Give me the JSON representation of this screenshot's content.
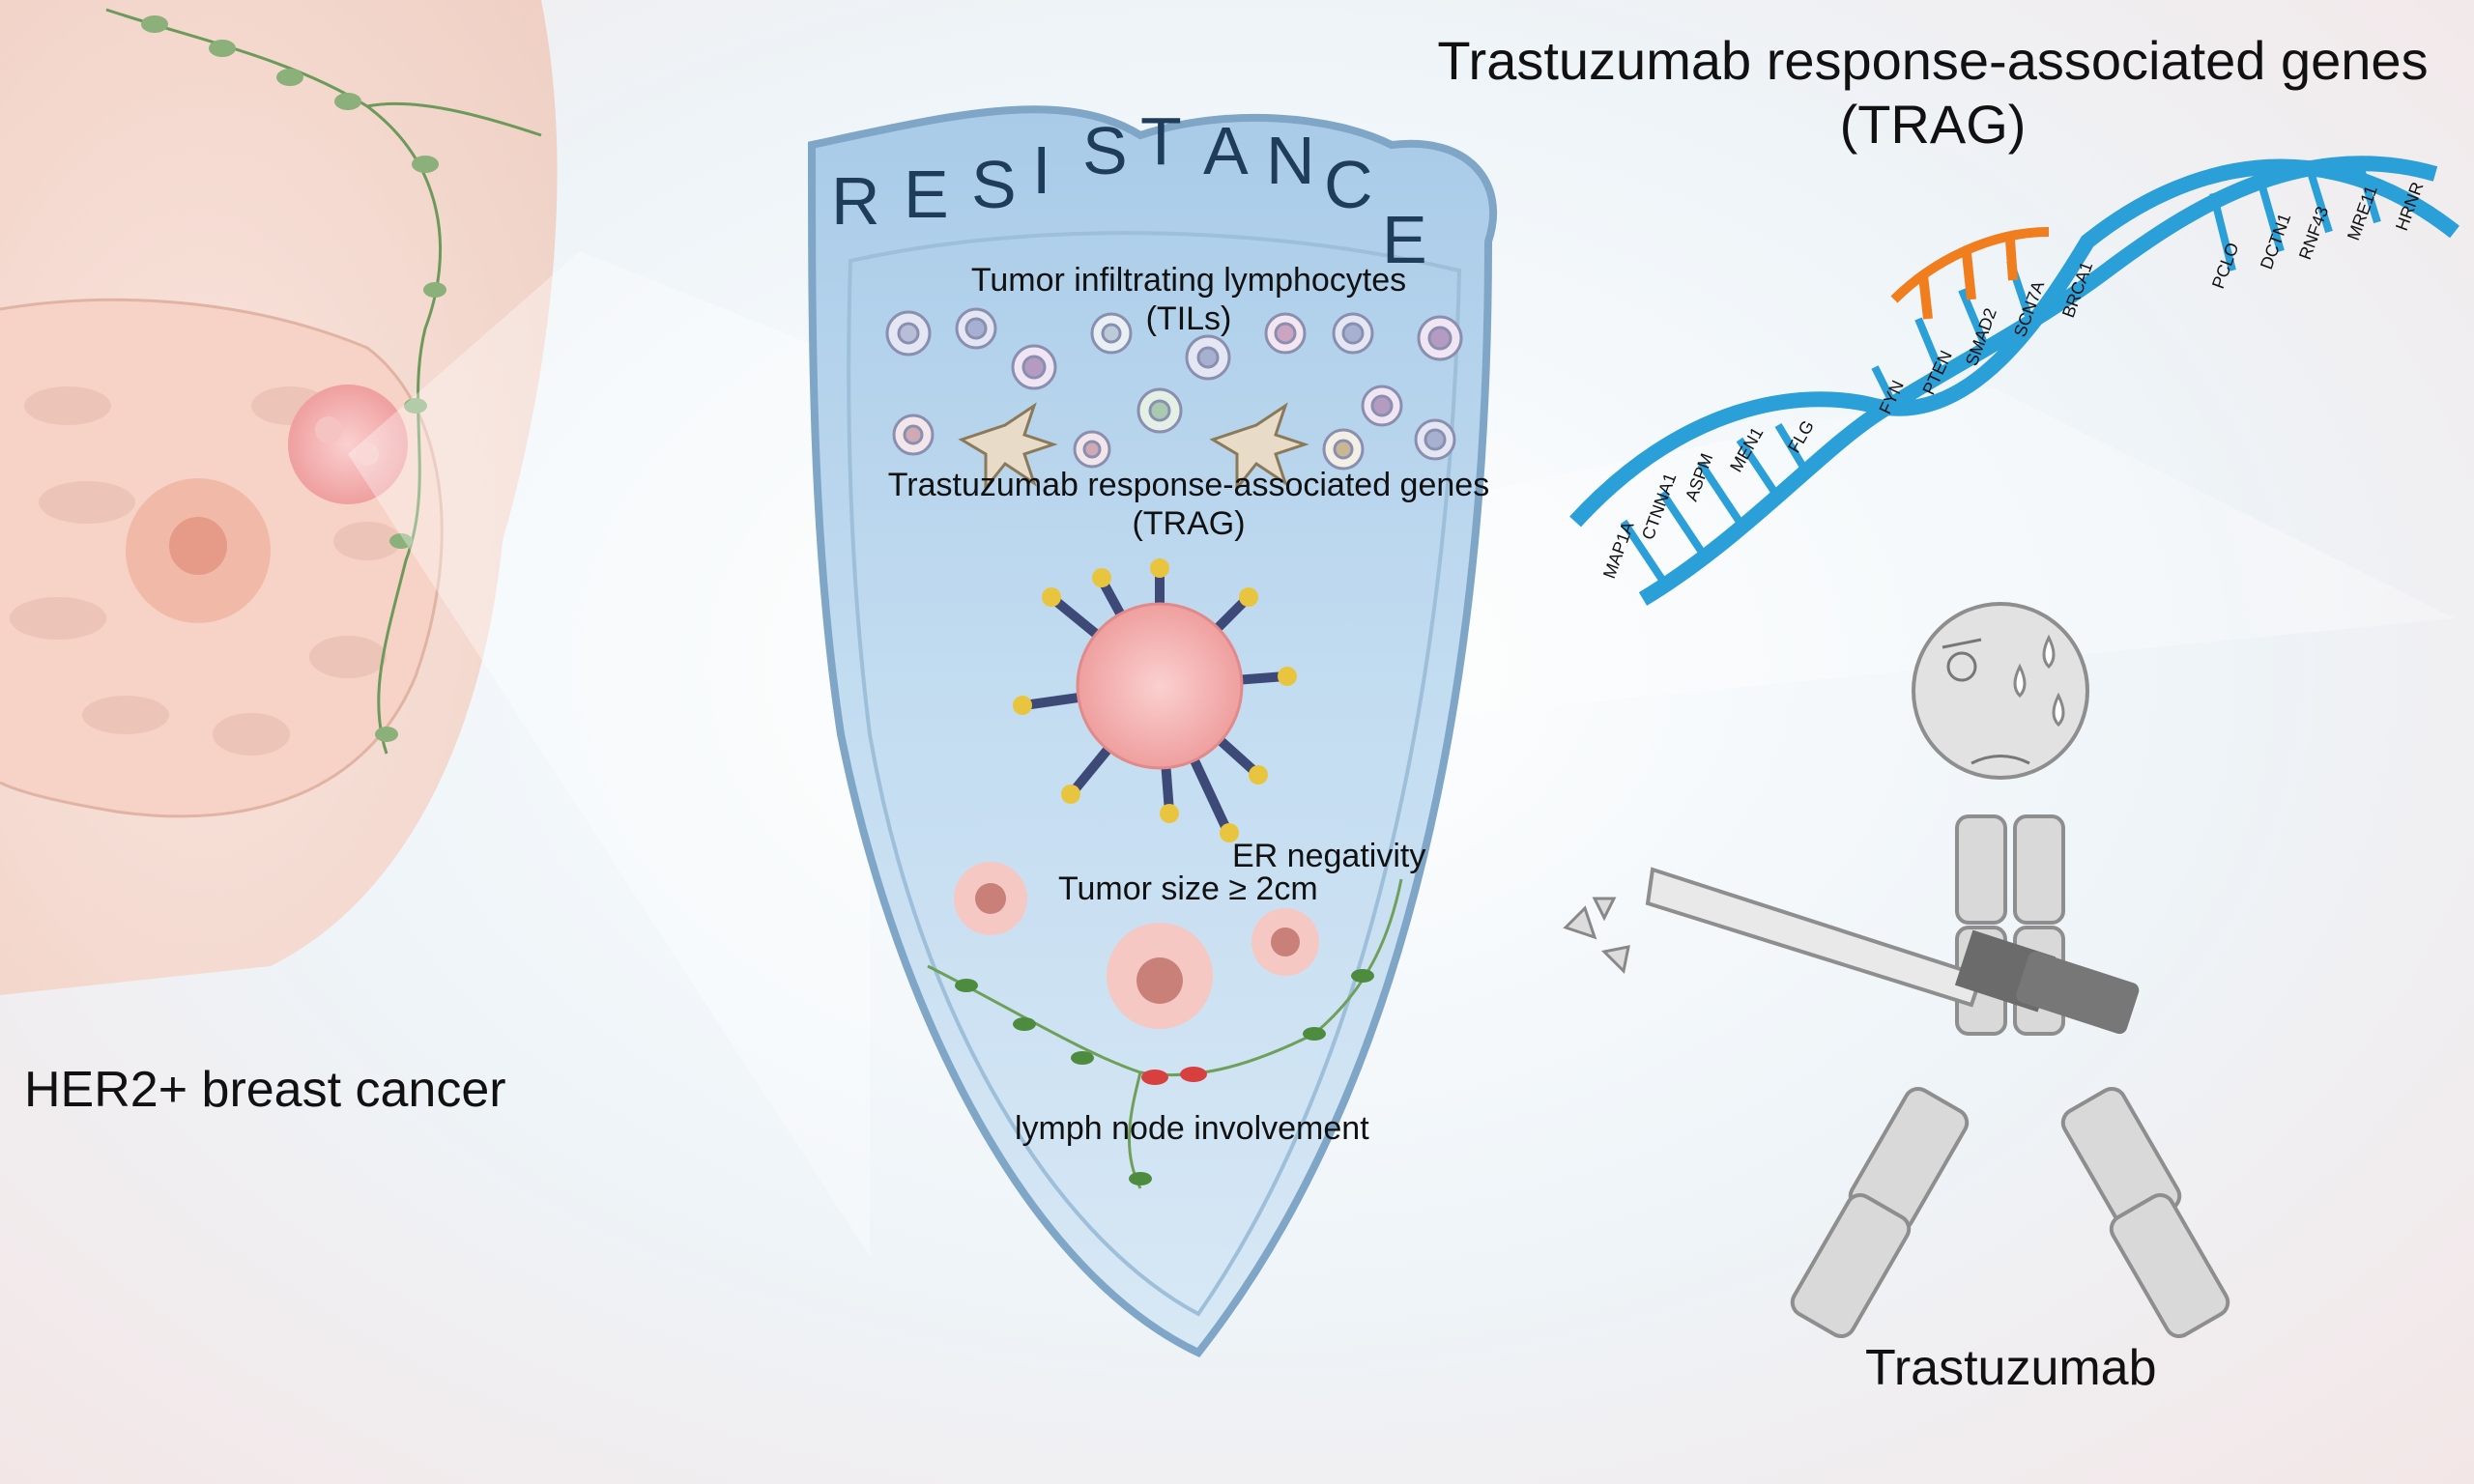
{
  "resistance_word": [
    "R",
    "E",
    "S",
    "I",
    "S",
    "T",
    "A",
    "N",
    "C",
    "E"
  ],
  "shield": {
    "tils_line1": "Tumor infiltrating lymphocytes",
    "tils_line2": "(TILs)",
    "trag_line1": "Trastuzumab response-associated genes",
    "trag_line2": "(TRAG)",
    "er_negativity": "ER negativity",
    "tumor_size": "Tumor size ≥ 2cm",
    "lymph_node": "lymph node involvement"
  },
  "header": {
    "title_line1": "Trastuzumab response-associated genes",
    "title_line2": "(TRAG)"
  },
  "left": {
    "label": "HER2+ breast cancer"
  },
  "right": {
    "label": "Trastuzumab"
  },
  "dna_genes": [
    "MAP1A",
    "CTNNA1",
    "ASPM",
    "MEN1",
    "FLG",
    "FYN",
    "PTEN",
    "SMAD2",
    "SCN7A",
    "BRCA1",
    "PCLO",
    "DCTN1",
    "RNF43",
    "MRE11",
    "HRNR"
  ],
  "colors": {
    "dna_blue": "#2a9fd8",
    "dna_orange": "#f07d1e",
    "shield_fill": "#b9d6ee",
    "shield_border": "#7fa6c6",
    "tumor_pink": "#f4b3b3",
    "resistance_text": "#1f3d5a"
  }
}
